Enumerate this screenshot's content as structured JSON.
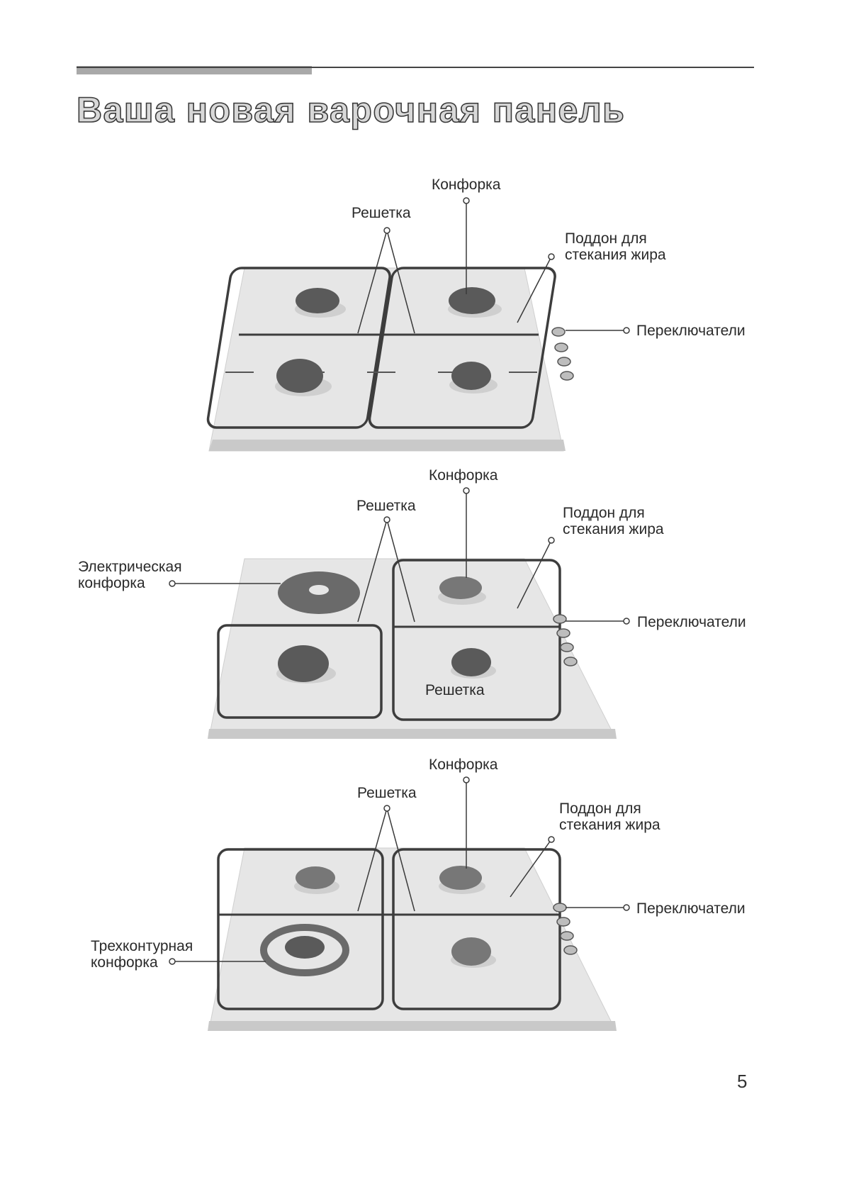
{
  "title": "Ваша новая варочная панель",
  "page_number": "5",
  "diagrams": [
    {
      "labels": {
        "burner": "Конфорка",
        "grate": "Решетка",
        "drip_tray_line1": "Поддон для",
        "drip_tray_line2": "стекания жира",
        "controls": "Переключатели"
      }
    },
    {
      "labels": {
        "burner": "Конфорка",
        "grate": "Решетка",
        "drip_tray_line1": "Поддон для",
        "drip_tray_line2": "стекания жира",
        "controls": "Переключатели",
        "electric_line1": "Электрическая",
        "electric_line2": "конфорка",
        "grate_lower": "Решетка"
      }
    },
    {
      "labels": {
        "burner": "Конфорка",
        "grate": "Решетка",
        "drip_tray_line1": "Поддон для",
        "drip_tray_line2": "стекания жира",
        "controls": "Переключатели",
        "triple_line1": "Трехконтурная",
        "triple_line2": "конфорка"
      }
    }
  ]
}
